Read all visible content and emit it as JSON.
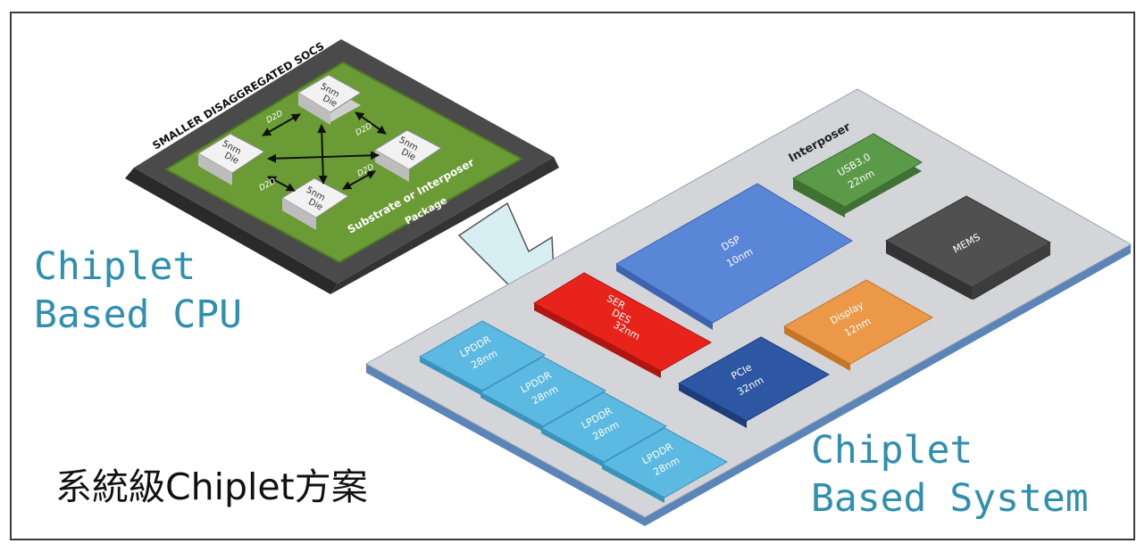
{
  "colors": {
    "frame": "#3a3a3a",
    "package_dark": "#4a4a4a",
    "substrate_green": "#6a9b34",
    "die_white": "#f2f2f2",
    "interposer_gray": "#d3d5d8",
    "interposer_edge": "#5b84b8",
    "lpddr_lightblue": "#5cb9e1",
    "serdes_red": "#e8231c",
    "dsp_blue": "#5a86d8",
    "pcie_navy": "#2d57a3",
    "usb_green": "#5a9a48",
    "mems_dark": "#505050",
    "display_orange": "#eb9848",
    "arrow_fill": "#d7eef3",
    "text_teal": "#2e8fb0"
  },
  "cpu_package": {
    "title": "SMALLER DISAGGREGATED SOCS",
    "substrate_label": "Substrate or Interposer",
    "package_label": "Package",
    "dies": [
      {
        "line1": "5nm",
        "line2": "Die"
      },
      {
        "line1": "5nm",
        "line2": "Die"
      },
      {
        "line1": "5nm",
        "line2": "Die"
      },
      {
        "line1": "5nm",
        "line2": "Die"
      }
    ],
    "links": [
      "D2D",
      "D2D",
      "D2D",
      "D2D"
    ]
  },
  "system": {
    "interposer_label": "Interposer",
    "chips": [
      {
        "id": "usb",
        "line1": "USB3.0",
        "line2": "22nm"
      },
      {
        "id": "mems",
        "line1": "MEMS",
        "line2": ""
      },
      {
        "id": "dsp",
        "line1": "DSP",
        "line2": "10nm"
      },
      {
        "id": "display",
        "line1": "Display",
        "line2": "12nm"
      },
      {
        "id": "serdes",
        "line1": "SER",
        "line2": "DES",
        "line3": "32nm"
      },
      {
        "id": "pcie",
        "line1": "PCIe",
        "line2": "32nm"
      },
      {
        "id": "lpddr1",
        "line1": "LPDDR",
        "line2": "28nm"
      },
      {
        "id": "lpddr2",
        "line1": "LPDDR",
        "line2": "28nm"
      },
      {
        "id": "lpddr3",
        "line1": "LPDDR",
        "line2": "28nm"
      },
      {
        "id": "lpddr4",
        "line1": "LPDDR",
        "line2": "28nm"
      }
    ]
  },
  "captions": {
    "cpu": "Chiplet\nBased CPU",
    "system": "Chiplet\nBased System",
    "title_cn": "系統級Chiplet方案"
  }
}
